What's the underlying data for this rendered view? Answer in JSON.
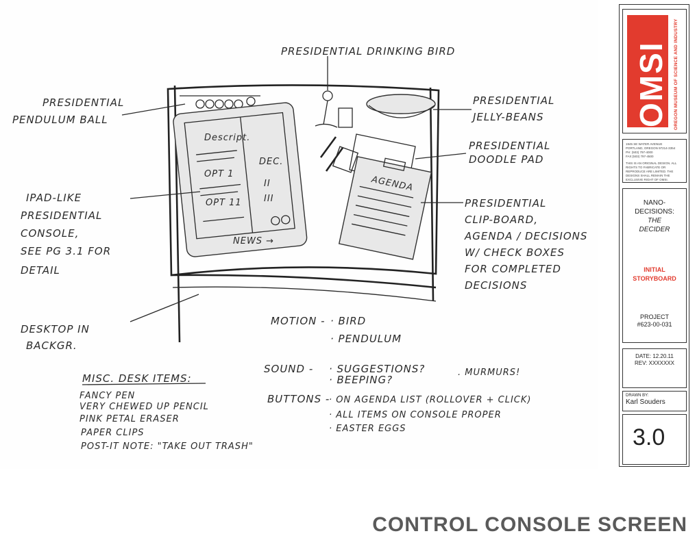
{
  "sketch": {
    "labels": {
      "drinking_bird": "PRESIDENTIAL DRINKING BIRD",
      "pendulum_1": "PRESIDENTIAL",
      "pendulum_2": "PENDULUM BALL",
      "jelly_1": "PRESIDENTIAL",
      "jelly_2": "JELLY-BEANS",
      "doodle_1": "PRESIDENTIAL",
      "doodle_2": "DOODLE PAD",
      "ipad_1": "IPAD-LIKE",
      "ipad_2": "PRESIDENTIAL",
      "ipad_3": "CONSOLE,",
      "ipad_4": "SEE PG 3.1 FOR",
      "ipad_5": "DETAIL",
      "clip_1": "PRESIDENTIAL",
      "clip_2": "CLIP-BOARD,",
      "clip_3": "AGENDA / DECISIONS",
      "clip_4": "W/ CHECK BOXES",
      "clip_5": "FOR COMPLETED",
      "clip_6": "DECISIONS",
      "desktop_1": "DESKTOP IN",
      "desktop_2": "BACKGR."
    },
    "console": {
      "left_items": [
        "Descript.",
        "OPT 1",
        "OPT 11"
      ],
      "right_items": [
        "DEC.",
        "II",
        "III"
      ],
      "news": "NEWS →"
    },
    "clipboard_title": "AGENDA",
    "notes": {
      "motion_label": "MOTION -",
      "motion_items": [
        "· BIRD",
        "· PENDULUM"
      ],
      "sound_label": "SOUND -",
      "sound_items": [
        "· SUGGESTIONS?",
        "· BEEPING?"
      ],
      "sound_extra": ". MURMURS!",
      "buttons_label": "BUTTONS -",
      "buttons_items": [
        "· ON AGENDA LIST (ROLLOVER + CLICK)",
        "· ALL ITEMS ON CONSOLE PROPER",
        "· EASTER EGGS"
      ]
    },
    "misc": {
      "heading": "MISC. DESK ITEMS:",
      "items": [
        "FANCY PEN",
        "VERY CHEWED UP PENCIL",
        "PINK PETAL ERASER",
        "PAPER CLIPS",
        "POST-IT NOTE: \"TAKE OUT TRASH\""
      ]
    }
  },
  "title_block": {
    "logo_text": "OMSI",
    "logo_subtitle": "OREGON MUSEUM OF SCIENCE AND INDUSTRY",
    "address_lines": [
      "1945 SE WATER AVENUE",
      "PORTLAND, OREGON 97214-3354",
      "PH: (503) 797-4000",
      "FAX:(503) 797-4500"
    ],
    "rights_text": "THIS IS AN ORIGINAL DESIGN. ALL RIGHTS TO FABRICATE OR REPRODUCE ARE LIMITED. THE DESIGNS SHALL REMAIN THE EXCLUSIVE RIGHT OF OMSI.",
    "project_title_1": "NANO-",
    "project_title_2": "DECISIONS:",
    "project_title_3": "THE",
    "project_title_4": "DECIDER",
    "stage_1": "INITIAL",
    "stage_2": "STORYBOARD",
    "project_label": "PROJECT",
    "project_number": "#623-00-031",
    "date": "DATE: 12.20.11",
    "rev": "REV: XXXXXXX",
    "drawn_by_label": "DRAWN BY:",
    "drawn_by": "Karl Souders",
    "page_number": "3.0"
  },
  "screen_title": "CONTROL CONSOLE SCREEN",
  "colors": {
    "brand_red": "#e23b2e",
    "ink": "#2a2a2a",
    "caption_gray": "#5a5a5a"
  }
}
